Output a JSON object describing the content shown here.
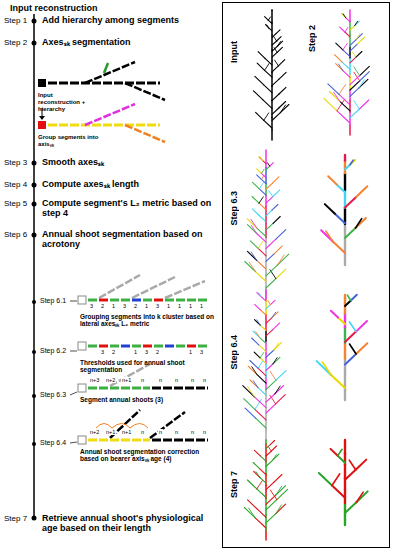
{
  "diagram": {
    "nodes": [
      {
        "text": [
          "Input",
          "Step 2",
          "Step 6.3",
          "Step 6.4",
          "Step 7"
        ]
      }
    ],
    "labels": [
      "Input reconstruction",
      "Step 1",
      "Add hierarchy among segments",
      "Step 2",
      "Axesₛₖ segmentation",
      "Input reconstruction + hierarchy",
      "Group segments into axisₛₖ",
      "Step 3",
      "Smooth axesₛₖ",
      "Step 4",
      "Compute axesₛₖ length",
      "Step 5",
      "Compute segment's L₂ metric based on step 4",
      "Step 6",
      "Annual shoot segmentation based on acrotony",
      "Step 6.1",
      "3",
      "2",
      "1",
      "3",
      "2",
      "1",
      "3",
      "1",
      "1",
      "1",
      "1",
      "Grouping segments into k cluster based on lateral axesₛₖ L₂ metric",
      "Step 6.2",
      "3",
      "2",
      "1",
      "3",
      "2",
      "1",
      "3",
      "Thresholds used for annual shoot segmentation",
      "Step 6.3",
      "n+3",
      "n+2",
      "n+1",
      "n",
      "n",
      "n",
      "n",
      "n",
      "Segment annual shoots (3)",
      "Step 6.4",
      "n+2",
      "n+1",
      "n+1",
      "n",
      "n",
      "n",
      "n",
      "n",
      "Annual shoot segmentation correction based on bearer axisₛₖ age (4)",
      "Step 7",
      "Retrieve annual shoot's physiological age based on their length"
    ]
  }
}
